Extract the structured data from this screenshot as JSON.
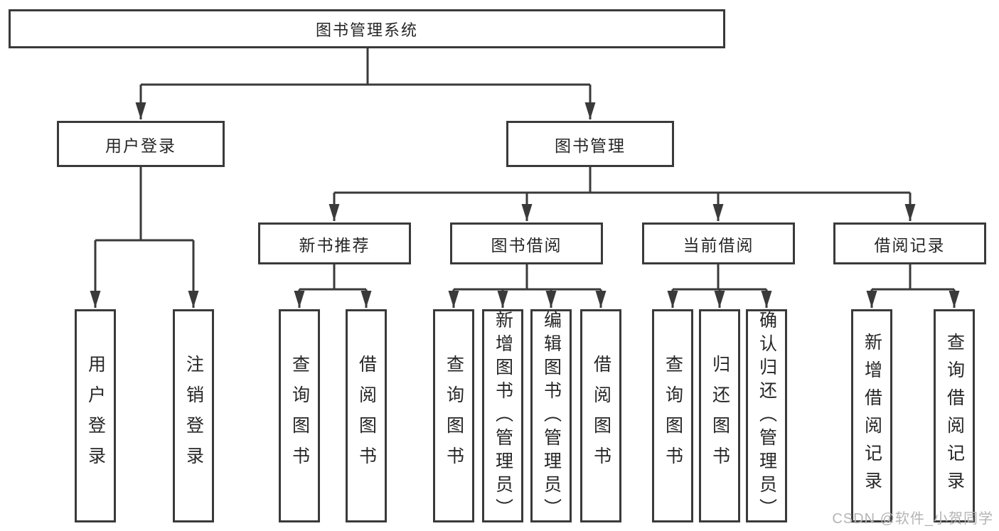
{
  "tree": {
    "root": {
      "label": "图书管理系统"
    },
    "level2": [
      {
        "label": "用户登录"
      },
      {
        "label": "图书管理"
      }
    ],
    "level3": [
      {
        "label": "新书推荐"
      },
      {
        "label": "图书借阅"
      },
      {
        "label": "当前借阅"
      },
      {
        "label": "借阅记录"
      }
    ],
    "leaves": {
      "user_login": [
        {
          "label": "用户登录"
        },
        {
          "label": "注销登录"
        }
      ],
      "new_books": [
        {
          "label": "查询图书"
        },
        {
          "label": "借阅图书"
        }
      ],
      "book_borrow": [
        {
          "label": "查询图书"
        },
        {
          "label": "新增图书（管理员）"
        },
        {
          "label": "编辑图书（管理员）"
        },
        {
          "label": "借阅图书"
        }
      ],
      "current_borrow": [
        {
          "label": "查询图书"
        },
        {
          "label": "归还图书"
        },
        {
          "label": "确认归还（管理员）"
        }
      ],
      "borrow_records": [
        {
          "label": "新增借阅记录"
        },
        {
          "label": "查询借阅记录"
        }
      ]
    }
  },
  "watermark": {
    "text": "CSDN @软件_小贺同学"
  },
  "colors": {
    "background": "#ffffff",
    "line": "#3a3a3a",
    "border": "#3a3a3a",
    "text": "#262626",
    "watermark": "#b4b4b4"
  }
}
